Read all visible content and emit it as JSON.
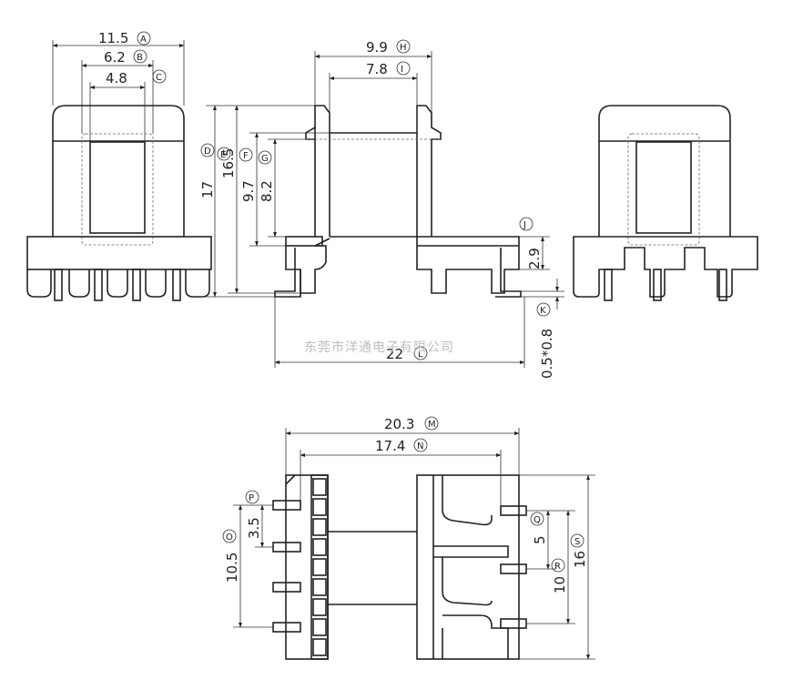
{
  "watermark": "东莞市洋通电子有限公司",
  "dimensions": {
    "A": {
      "value": "11.5",
      "label": "A"
    },
    "B": {
      "value": "6.2",
      "label": "B"
    },
    "C": {
      "value": "4.8",
      "label": "C"
    },
    "D": {
      "value": "17",
      "label": "D"
    },
    "E": {
      "value": "16.5",
      "label": "E"
    },
    "F": {
      "value": "9.7",
      "label": "F"
    },
    "G": {
      "value": "8.2",
      "label": "G"
    },
    "H": {
      "value": "9.9",
      "label": "H"
    },
    "I": {
      "value": "7.8",
      "label": "I"
    },
    "J": {
      "value": "2.9",
      "label": "J"
    },
    "K": {
      "value": "0.5*0.8",
      "label": "K"
    },
    "L": {
      "value": "22",
      "label": "L"
    },
    "M": {
      "value": "20.3",
      "label": "M"
    },
    "N": {
      "value": "17.4",
      "label": "N"
    },
    "O": {
      "value": "10.5",
      "label": "O"
    },
    "P": {
      "value": "3.5",
      "label": "P"
    },
    "Q": {
      "value": "5",
      "label": "Q"
    },
    "R": {
      "value": "10",
      "label": "R"
    },
    "S": {
      "value": "16",
      "label": "S"
    }
  }
}
